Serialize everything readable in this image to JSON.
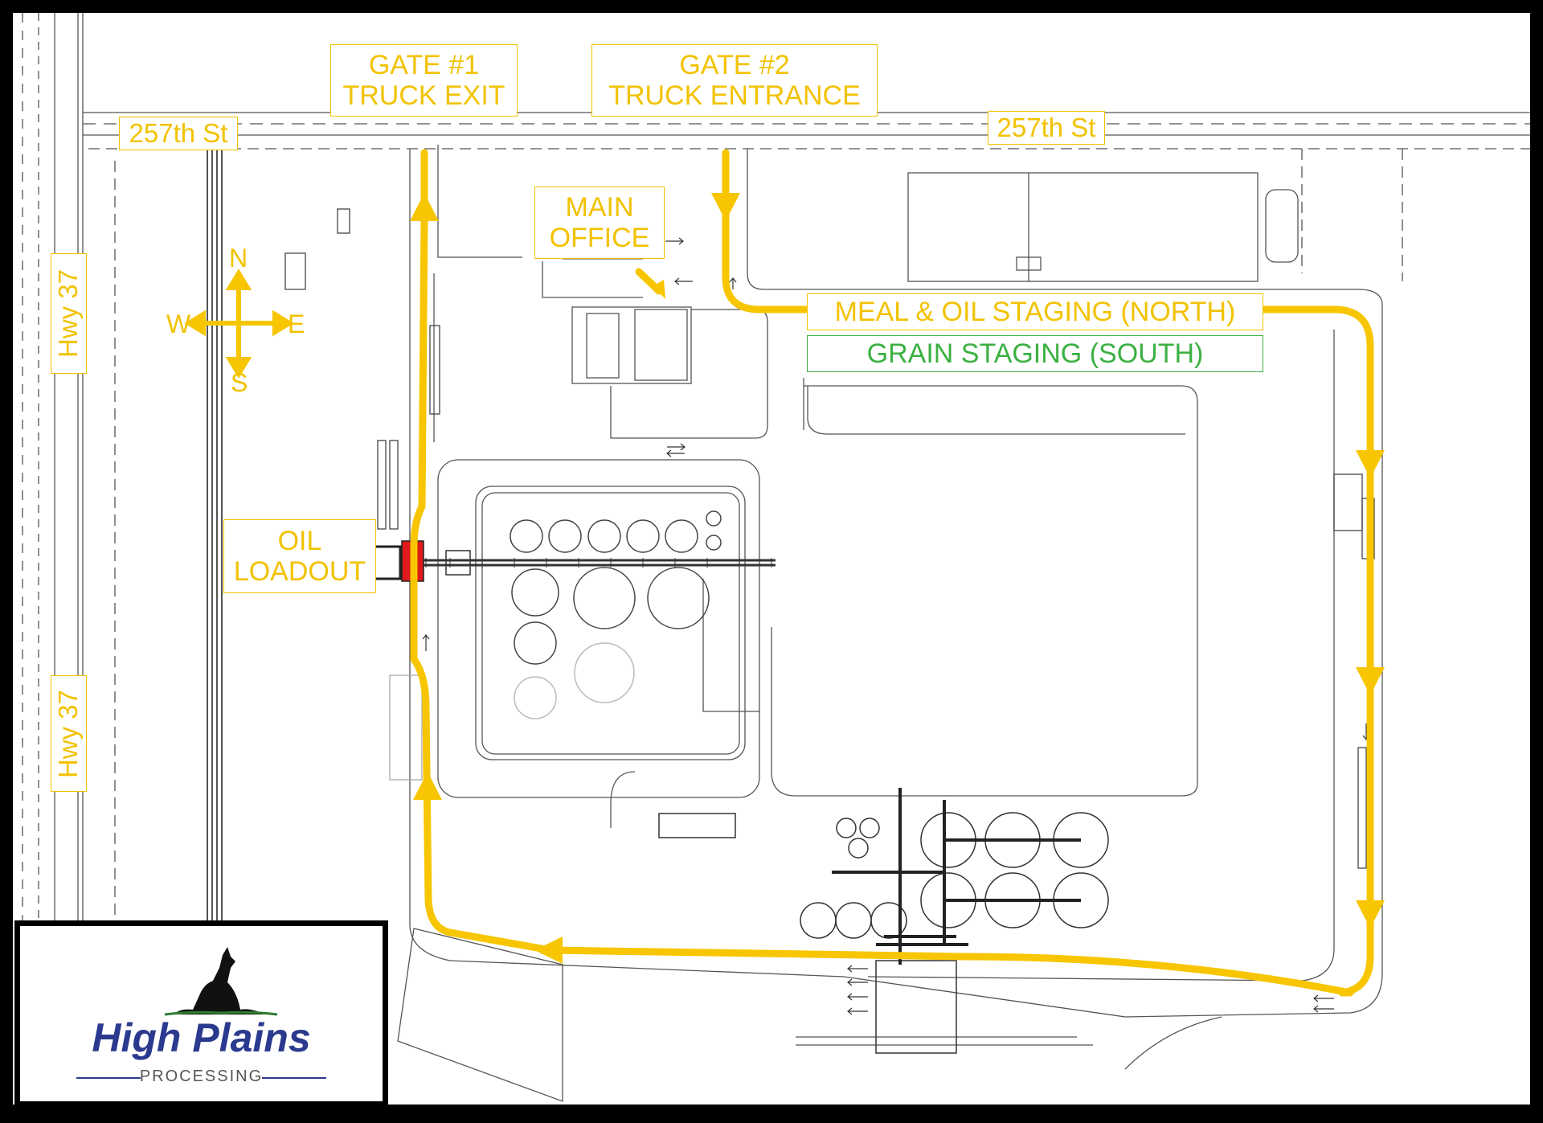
{
  "labels": {
    "gate1_line1": "GATE #1",
    "gate1_line2": "TRUCK EXIT",
    "gate2_line1": "GATE #2",
    "gate2_line2": "TRUCK ENTRANCE",
    "street_west": "257th St",
    "street_east": "257th St",
    "office_line1": "MAIN",
    "office_line2": "OFFICE",
    "staging_north": "MEAL & OIL STAGING (NORTH)",
    "staging_south": "GRAIN STAGING (SOUTH)",
    "oil_line1": "OIL",
    "oil_line2": "LOADOUT",
    "hwy_upper": "Hwy 37",
    "hwy_lower": "Hwy 37"
  },
  "compass": {
    "north": "N",
    "south": "S",
    "east": "E",
    "west": "W"
  },
  "logo": {
    "name": "High Plains",
    "subtitle": "PROCESSING"
  },
  "colors": {
    "route": "#f7c600",
    "label_border": "#f2c200",
    "grain_label": "#3cb043",
    "oil_loadout_marker": "#e0191b",
    "brand_blue": "#2b3a8f",
    "frame": "#000000"
  },
  "icons": [
    "compass-icon",
    "coyote-logo-icon",
    "direction-arrow-icon"
  ]
}
